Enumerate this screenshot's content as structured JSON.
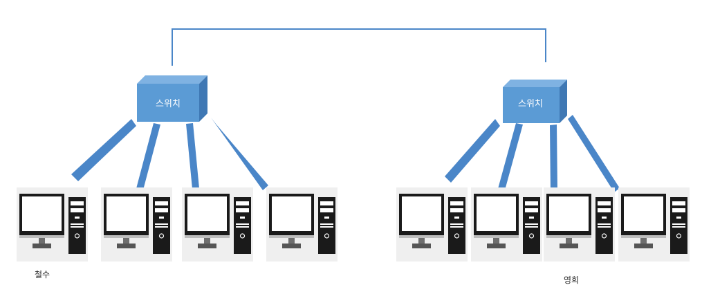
{
  "colors": {
    "link": "#4a86c8",
    "switch_front": "#5b9bd5",
    "switch_top": "#7fb2e2",
    "switch_side": "#3f78b4",
    "switch_label": "#ffffff",
    "computer_dark": "#1a1a1a",
    "computer_bg": "#efefef"
  },
  "switches": [
    {
      "label": "스위치",
      "icon": "network-switch-icon"
    },
    {
      "label": "스위치",
      "icon": "network-switch-icon"
    }
  ],
  "groups": [
    {
      "computers": 4,
      "icon": "desktop-computer-icon",
      "caption": "철수"
    },
    {
      "computers": 4,
      "icon": "desktop-computer-icon",
      "caption": "영희"
    }
  ]
}
